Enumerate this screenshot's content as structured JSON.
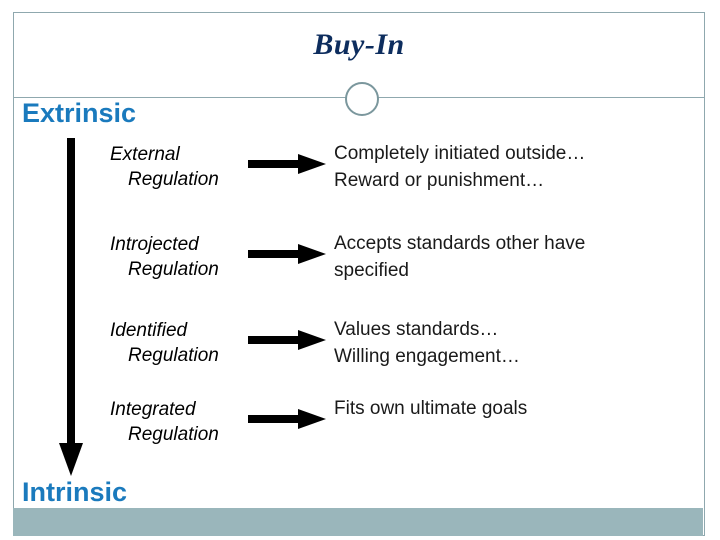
{
  "slide": {
    "title": "Buy-In",
    "title_color": "#0d2d5e",
    "accent_color": "#1a7abd",
    "frame_color": "#8fa8ae",
    "bottom_bar_color": "#9ab6bb"
  },
  "sections": {
    "top_label": "Extrinsic",
    "bottom_label": "Intrinsic"
  },
  "continuum_arrow": {
    "name": "downward-continuum-arrow",
    "direction": "down"
  },
  "rows": [
    {
      "term_line1": "External",
      "term_line2": "Regulation",
      "arrow": "right-arrow",
      "desc_line1": "Completely initiated outside…",
      "desc_line2": "Reward or punishment…"
    },
    {
      "term_line1": "Introjected",
      "term_line2": "Regulation",
      "arrow": "right-arrow",
      "desc_line1": "Accepts standards other have",
      "desc_line2": "specified"
    },
    {
      "term_line1": "Identified",
      "term_line2": "Regulation",
      "arrow": "right-arrow",
      "desc_line1": "Values standards…",
      "desc_line2": "Willing engagement…"
    },
    {
      "term_line1": "Integrated",
      "term_line2": "Regulation",
      "arrow": "right-arrow",
      "desc_line1": "Fits own ultimate goals",
      "desc_line2": ""
    }
  ],
  "decorations": {
    "ring_icon": "circle-ring-icon",
    "divider": "horizontal-divider"
  }
}
